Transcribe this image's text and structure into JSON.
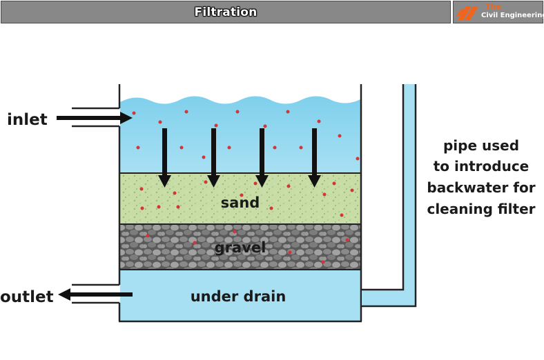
{
  "header": {
    "title": "Filtration",
    "brand_the": "The",
    "brand_name": "Civil Engineering"
  },
  "diagram": {
    "inlet_label": "inlet",
    "outlet_label": "outlet",
    "sand_label": "sand",
    "gravel_label": "gravel",
    "underdrain_label": "under drain",
    "pipe_label_lines": [
      "pipe used",
      "to introduce",
      "backwater for",
      "cleaning filter"
    ]
  },
  "colors": {
    "water": "#8fd6ee",
    "water_light": "#bfe9f7",
    "sand": "#c7dca6",
    "gravel": "#6a6a6a",
    "particles": "#d2343a",
    "header_bg": "#888888",
    "brand_accent": "#f0641e"
  }
}
